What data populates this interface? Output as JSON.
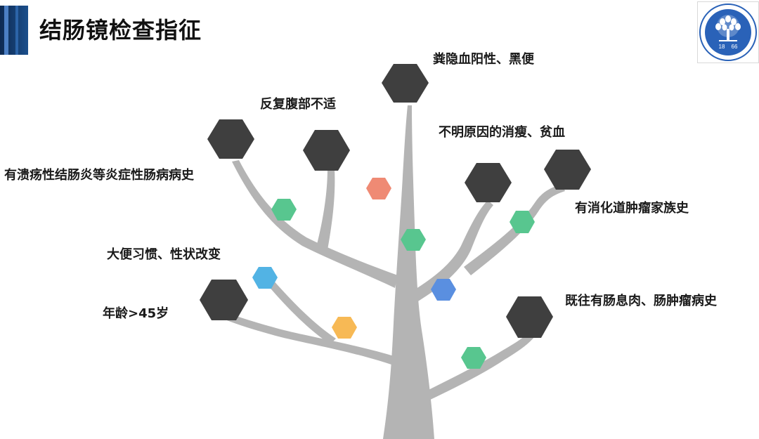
{
  "slide": {
    "title": "结肠镜检查指征"
  },
  "logo": {
    "icon": "hospital-tree-logo",
    "year_left": "18",
    "year_right": "66"
  },
  "indications": [
    "粪隐血阳性、黑便",
    "反复腹部不适",
    "不明原因的消瘦、贫血",
    "有溃疡性结肠炎等炎症性肠病病史",
    "有消化道肿瘤家族史",
    "大便习惯、性状改变",
    "年龄>45岁",
    "既往有肠息肉、肠肿瘤病史"
  ],
  "colors": {
    "trunk": "#b4b4b4",
    "node": "#3f3f3f",
    "green": "#58c68f",
    "salmon": "#ef8a74",
    "sky": "#52b3e4",
    "orange": "#f7b955",
    "blue": "#5a8fe0",
    "title_dark": "#0e2a52"
  }
}
